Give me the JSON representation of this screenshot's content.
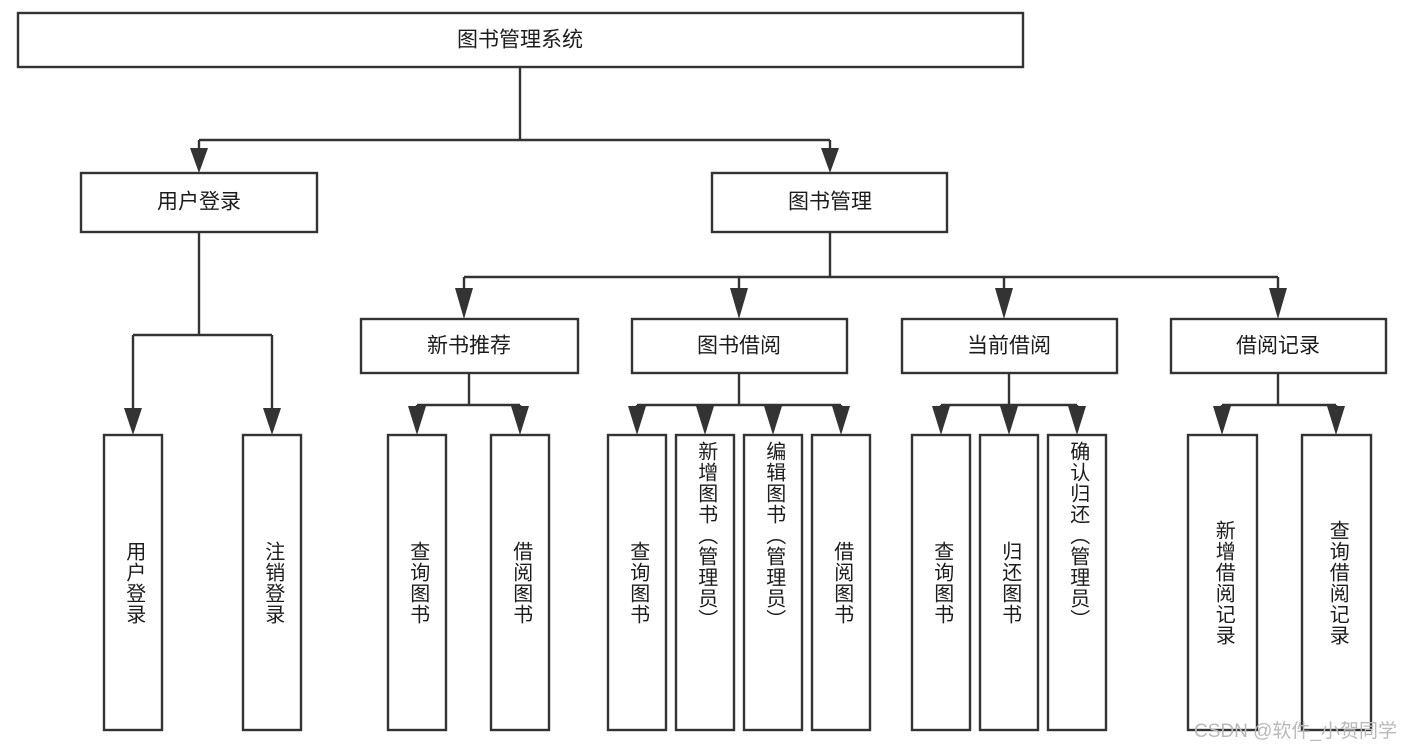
{
  "diagram": {
    "title": "图书管理系统",
    "type": "tree-hierarchy-chart",
    "orientation": "top-down",
    "colors": {
      "box_fill": "#ffffff",
      "box_stroke": "#333333",
      "text": "#1c1c1c",
      "background": "#ffffff",
      "watermark": "#b9b9b9"
    },
    "root": {
      "id": "root",
      "label": "图书管理系统",
      "text_orientation": "horizontal"
    },
    "level2": [
      {
        "id": "user-login",
        "label": "用户登录",
        "text_orientation": "horizontal"
      },
      {
        "id": "book-management",
        "label": "图书管理",
        "text_orientation": "horizontal"
      }
    ],
    "level3": [
      {
        "id": "new-book-recommend",
        "label": "新书推荐",
        "text_orientation": "horizontal",
        "parent": "book-management"
      },
      {
        "id": "book-borrow",
        "label": "图书借阅",
        "text_orientation": "horizontal",
        "parent": "book-management"
      },
      {
        "id": "current-borrow",
        "label": "当前借阅",
        "text_orientation": "horizontal",
        "parent": "book-management"
      },
      {
        "id": "borrow-record",
        "label": "借阅记录",
        "text_orientation": "horizontal",
        "parent": "book-management"
      }
    ],
    "leaves": {
      "user_login": [
        {
          "id": "leaf-user-login",
          "label": "用户登录",
          "text_orientation": "vertical"
        },
        {
          "id": "leaf-user-logout",
          "label": "注销登录",
          "text_orientation": "vertical"
        }
      ],
      "new_book_recommend": [
        {
          "id": "leaf-query-book-1",
          "label": "查询图书",
          "text_orientation": "vertical"
        },
        {
          "id": "leaf-borrow-book-1",
          "label": "借阅图书",
          "text_orientation": "vertical"
        }
      ],
      "book_borrow": [
        {
          "id": "leaf-query-book-2",
          "label": "查询图书",
          "text_orientation": "vertical"
        },
        {
          "id": "leaf-add-book",
          "label": "新增图书（管理员）",
          "text_orientation": "vertical"
        },
        {
          "id": "leaf-edit-book",
          "label": "编辑图书（管理员）",
          "text_orientation": "vertical"
        },
        {
          "id": "leaf-borrow-book-2",
          "label": "借阅图书",
          "text_orientation": "vertical"
        }
      ],
      "current_borrow": [
        {
          "id": "leaf-query-book-3",
          "label": "查询图书",
          "text_orientation": "vertical"
        },
        {
          "id": "leaf-return-book",
          "label": "归还图书",
          "text_orientation": "vertical"
        },
        {
          "id": "leaf-confirm-return",
          "label": "确认归还（管理员）",
          "text_orientation": "vertical"
        }
      ],
      "borrow_record": [
        {
          "id": "leaf-add-borrow-record",
          "label": "新增借阅记录",
          "text_orientation": "vertical"
        },
        {
          "id": "leaf-query-borrow-record",
          "label": "查询借阅记录",
          "text_orientation": "vertical"
        }
      ]
    },
    "watermark": "CSDN @软件_小贺同学"
  }
}
